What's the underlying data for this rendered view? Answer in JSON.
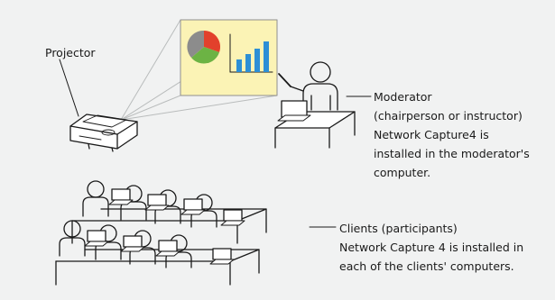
{
  "labels": {
    "projector": "Projector",
    "moderator": [
      "Moderator",
      "(chairperson or instructor)",
      "Network Capture4 is",
      "installed in the moderator's",
      "computer."
    ],
    "clients": [
      "Clients (participants)",
      "Network Capture 4 is installed in",
      "each of the clients' computers."
    ]
  },
  "colors": {
    "background": "#f1f2f2",
    "screen": "#fbf3b5",
    "chart_bars": "#2c8fd6",
    "pie_red": "#e2412c",
    "pie_green": "#6cb344",
    "pie_gray": "#8c8c8c",
    "line": "#1a1a1a"
  }
}
